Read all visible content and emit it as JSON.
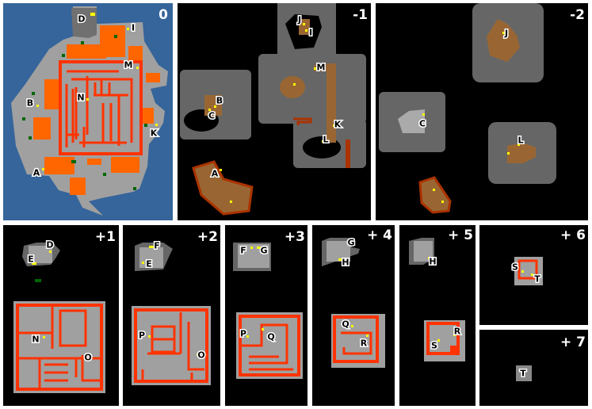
{
  "colors": {
    "water": "#336699",
    "floor": "#a0a0a0",
    "rock": "#666666",
    "lava": "#ff6600",
    "wall": "#ff3300",
    "dirt": "#996633",
    "marker": "#ffff00",
    "tree": "#006600",
    "background": "#000000"
  },
  "panels": [
    {
      "label": "0",
      "markers": [
        "D",
        "I",
        "M",
        "B",
        "N",
        "K",
        "A"
      ]
    },
    {
      "label": "-1",
      "markers": [
        "J",
        "I",
        "M",
        "B",
        "C",
        "K",
        "L",
        "A"
      ]
    },
    {
      "label": "-2",
      "markers": [
        "J",
        "C",
        "L"
      ]
    },
    {
      "label": "+1",
      "markers": [
        "D",
        "E",
        "N",
        "O"
      ]
    },
    {
      "label": "+2",
      "markers": [
        "F",
        "E",
        "P",
        "O"
      ]
    },
    {
      "label": "+3",
      "markers": [
        "F",
        "G",
        "P",
        "Q"
      ]
    },
    {
      "label": "+ 4",
      "markers": [
        "G",
        "H",
        "Q",
        "R"
      ]
    },
    {
      "label": "+ 5",
      "markers": [
        "H",
        "R",
        "S"
      ]
    },
    {
      "label": "+ 6",
      "markers": [
        "S",
        "T"
      ]
    },
    {
      "label": "+ 7",
      "markers": [
        "T"
      ]
    }
  ]
}
